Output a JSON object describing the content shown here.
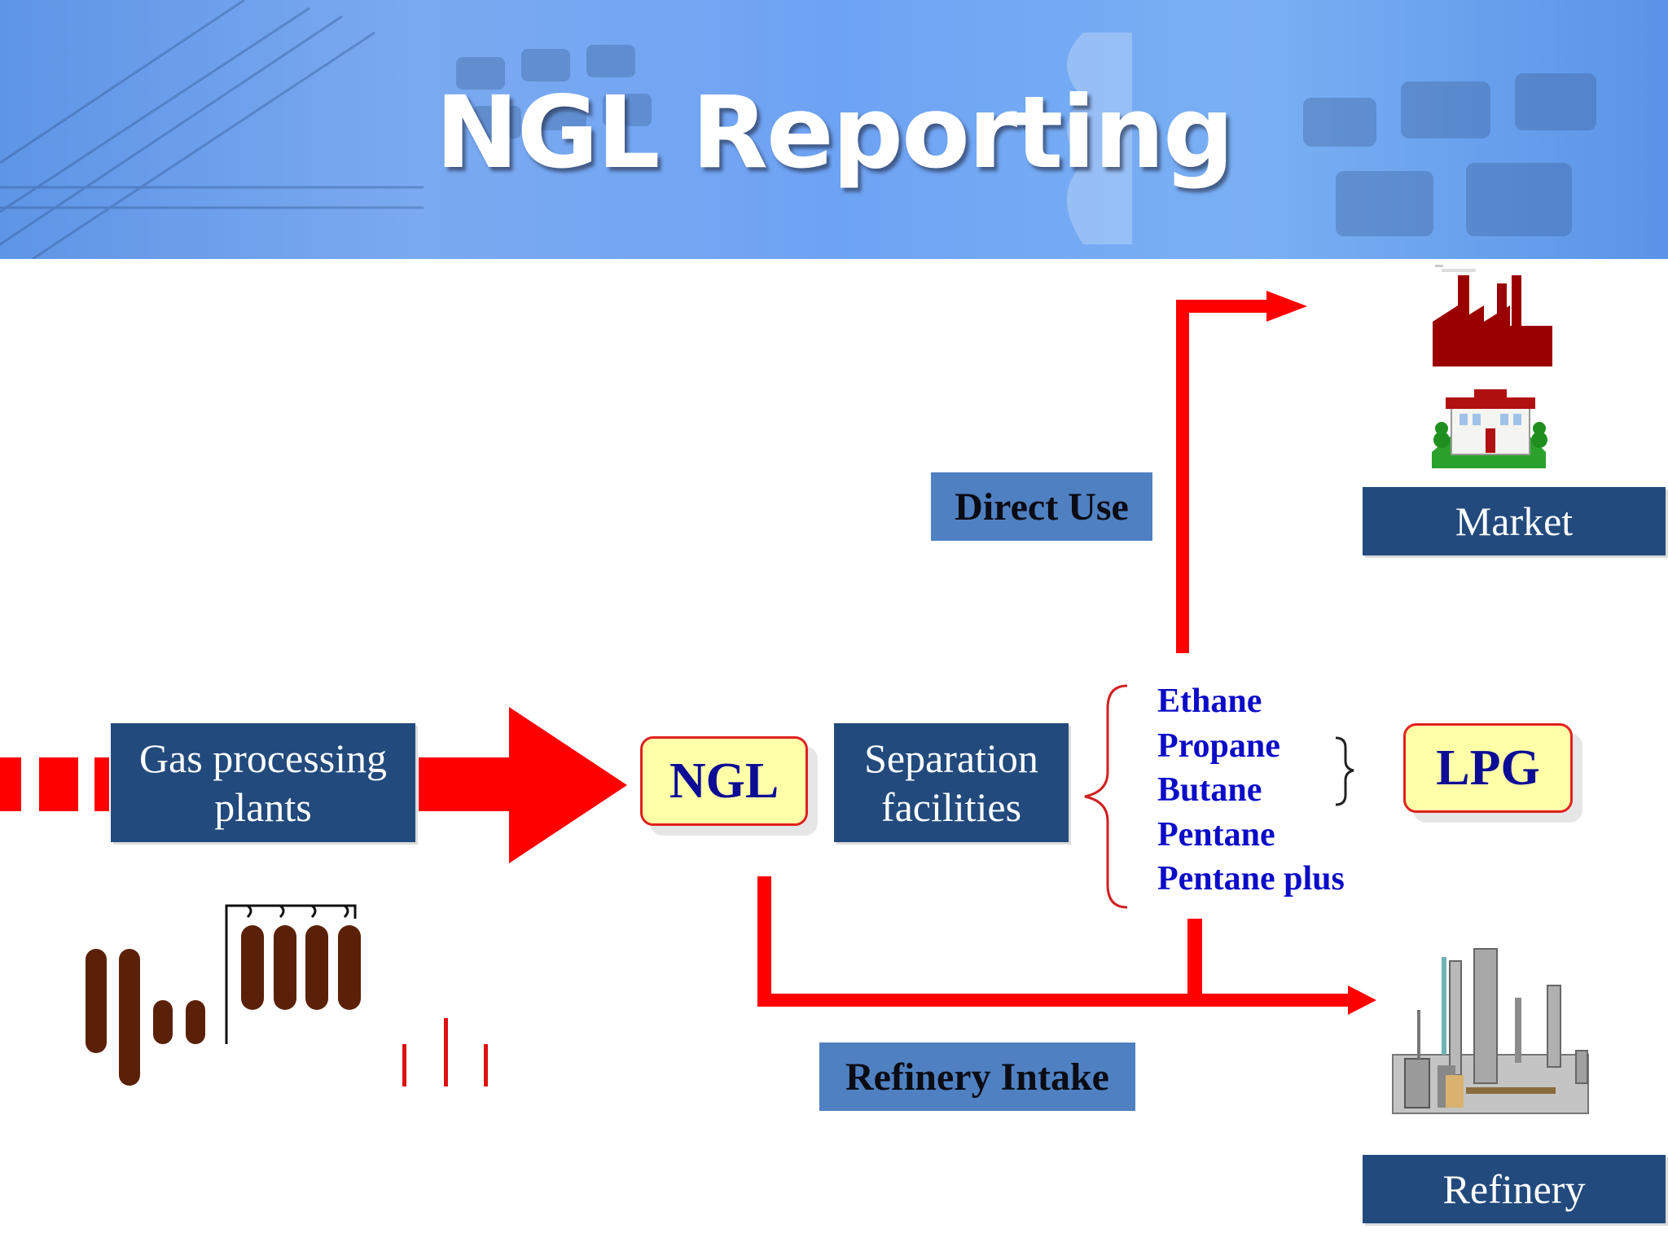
{
  "title": "NGL Reporting",
  "nodes": {
    "gas_processing": "Gas processing plants",
    "ngl": "NGL",
    "separation": "Separation facilities",
    "lpg": "LPG",
    "market": "Market",
    "refinery": "Refinery"
  },
  "flow_labels": {
    "direct_use": "Direct Use",
    "refinery_intake": "Refinery Intake"
  },
  "components": [
    "Ethane",
    "Propane",
    "Butane",
    "Pentane",
    "Pentane plus"
  ],
  "colors": {
    "banner": "#6fa4f2",
    "dark_box": "#224a7d",
    "label_box": "#4f81c2",
    "arrow": "#ff0000",
    "component_text": "#0c0cc8",
    "highlight_fill": "#ffffa8"
  },
  "icons": [
    "factory-icon",
    "house-icon",
    "gas-cylinders-icon",
    "refinery-icon"
  ]
}
